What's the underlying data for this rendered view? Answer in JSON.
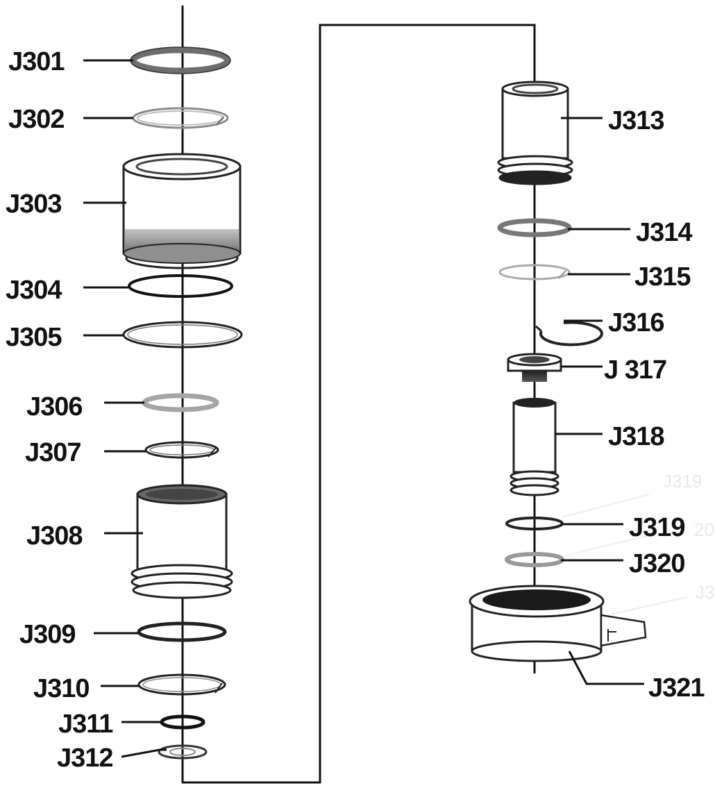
{
  "diagram": {
    "labels": {
      "j301": "J301",
      "j302": "J302",
      "j303": "J303",
      "j304": "J304",
      "j305": "J305",
      "j306": "J306",
      "j307": "J307",
      "j308": "J308",
      "j309": "J309",
      "j310": "J310",
      "j311": "J311",
      "j312": "J312",
      "j313": "J313",
      "j314": "J314",
      "j315": "J315",
      "j316": "J316",
      "j317": "J 317",
      "j318": "J318",
      "j319": "J319",
      "j320": "J320",
      "j321": "J321"
    },
    "ghost_labels": {
      "g1": "J319",
      "g2": "20",
      "g3": "J3"
    },
    "colors": {
      "line": "#111111",
      "ring_dark": "#6e6e6e",
      "ring_light": "#bdbdbd",
      "shade": "#9a9a9a"
    }
  }
}
